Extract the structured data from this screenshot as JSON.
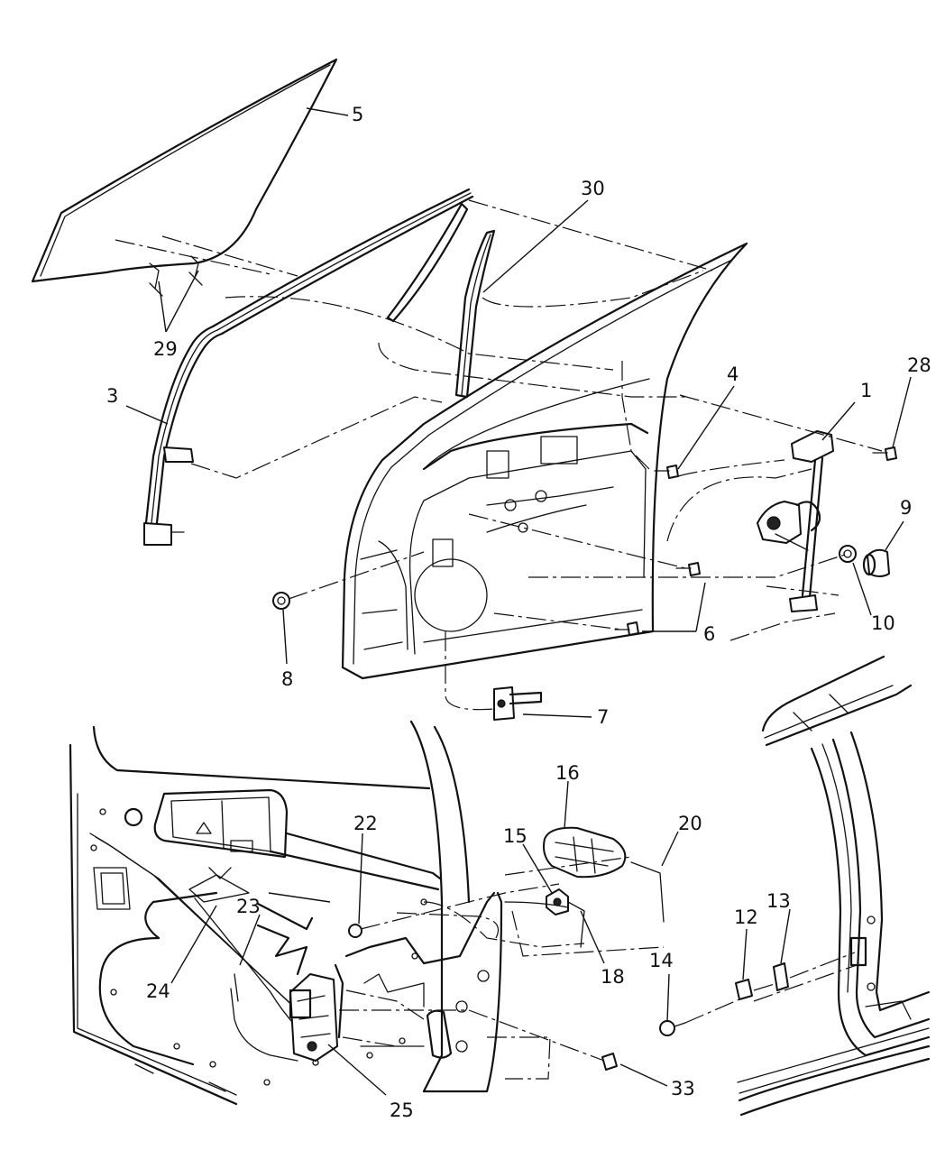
{
  "callouts": [
    {
      "id": "c1",
      "label": "1"
    },
    {
      "id": "c3",
      "label": "3"
    },
    {
      "id": "c4",
      "label": "4"
    },
    {
      "id": "c5",
      "label": "5"
    },
    {
      "id": "c6",
      "label": "6"
    },
    {
      "id": "c7",
      "label": "7"
    },
    {
      "id": "c8",
      "label": "8"
    },
    {
      "id": "c9",
      "label": "9"
    },
    {
      "id": "c10",
      "label": "10"
    },
    {
      "id": "c12",
      "label": "12"
    },
    {
      "id": "c13",
      "label": "13"
    },
    {
      "id": "c14",
      "label": "14"
    },
    {
      "id": "c15",
      "label": "15"
    },
    {
      "id": "c16",
      "label": "16"
    },
    {
      "id": "c18",
      "label": "18"
    },
    {
      "id": "c20",
      "label": "20"
    },
    {
      "id": "c22",
      "label": "22"
    },
    {
      "id": "c23",
      "label": "23"
    },
    {
      "id": "c24",
      "label": "24"
    },
    {
      "id": "c25",
      "label": "25"
    },
    {
      "id": "c28",
      "label": "28"
    },
    {
      "id": "c29",
      "label": "29"
    },
    {
      "id": "c30",
      "label": "30"
    },
    {
      "id": "c33",
      "label": "33"
    }
  ]
}
